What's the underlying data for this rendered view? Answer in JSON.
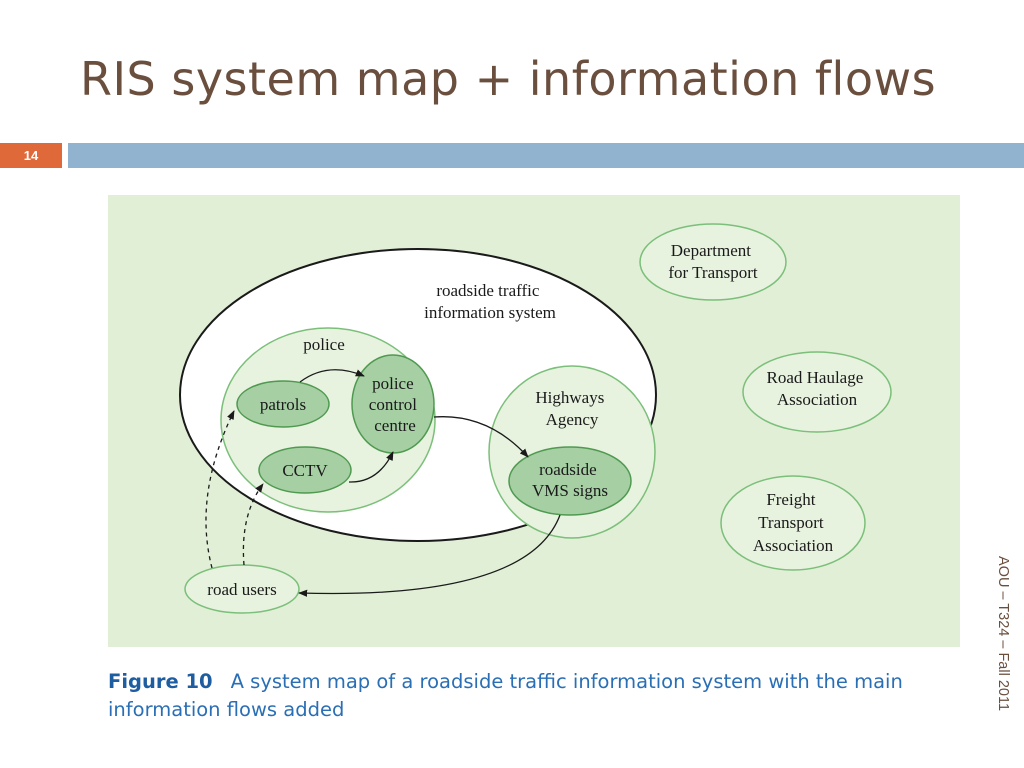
{
  "slide": {
    "title": "RIS system map + information flows",
    "slide_number": "14",
    "footer": "AOU – T324 – Fall 2011"
  },
  "diagram": {
    "system_label": [
      "roadside traffic",
      "information system"
    ],
    "police": {
      "label": "police",
      "patrols": "patrols",
      "control_centre": [
        "police",
        "control",
        "centre"
      ],
      "cctv": "CCTV"
    },
    "highways": {
      "label": [
        "Highways",
        "Agency"
      ],
      "vms": [
        "roadside",
        "VMS signs"
      ]
    },
    "road_users": "road users",
    "department_transport": [
      "Department",
      "for Transport"
    ],
    "road_haulage": [
      "Road Haulage",
      "Association"
    ],
    "freight_transport": [
      "Freight",
      "Transport",
      "Association"
    ]
  },
  "caption": {
    "label": "Figure 10",
    "text": "A system map of a roadside traffic information system with the main information flows added"
  },
  "colors": {
    "title": "#6b4f3e",
    "number_box": "#e0693a",
    "title_bar": "#91b3d0",
    "diagram_background": "#e1efd6",
    "light_circle_fill": "#e7f2df",
    "dark_circle_fill": "#a6cfa4",
    "circle_stroke": "#7bbf7a",
    "caption": "#2a6fb5"
  }
}
